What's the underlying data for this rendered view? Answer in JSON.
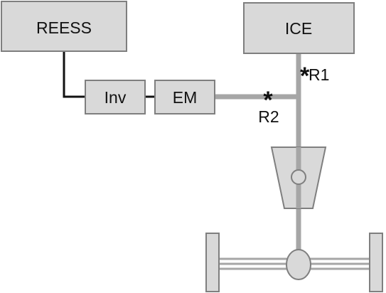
{
  "blocks": {
    "reess": "REESS",
    "ice": "ICE",
    "inv": "Inv",
    "em": "EM"
  },
  "markers": {
    "r1": {
      "symbol": "*",
      "label": "R1"
    },
    "r2": {
      "symbol": "*",
      "label": "R2"
    }
  },
  "colors": {
    "block_fill": "#d9d9d9",
    "block_stroke": "#7f7f7f",
    "shaft": "#a6a6a6",
    "electric_line": "#111111"
  }
}
